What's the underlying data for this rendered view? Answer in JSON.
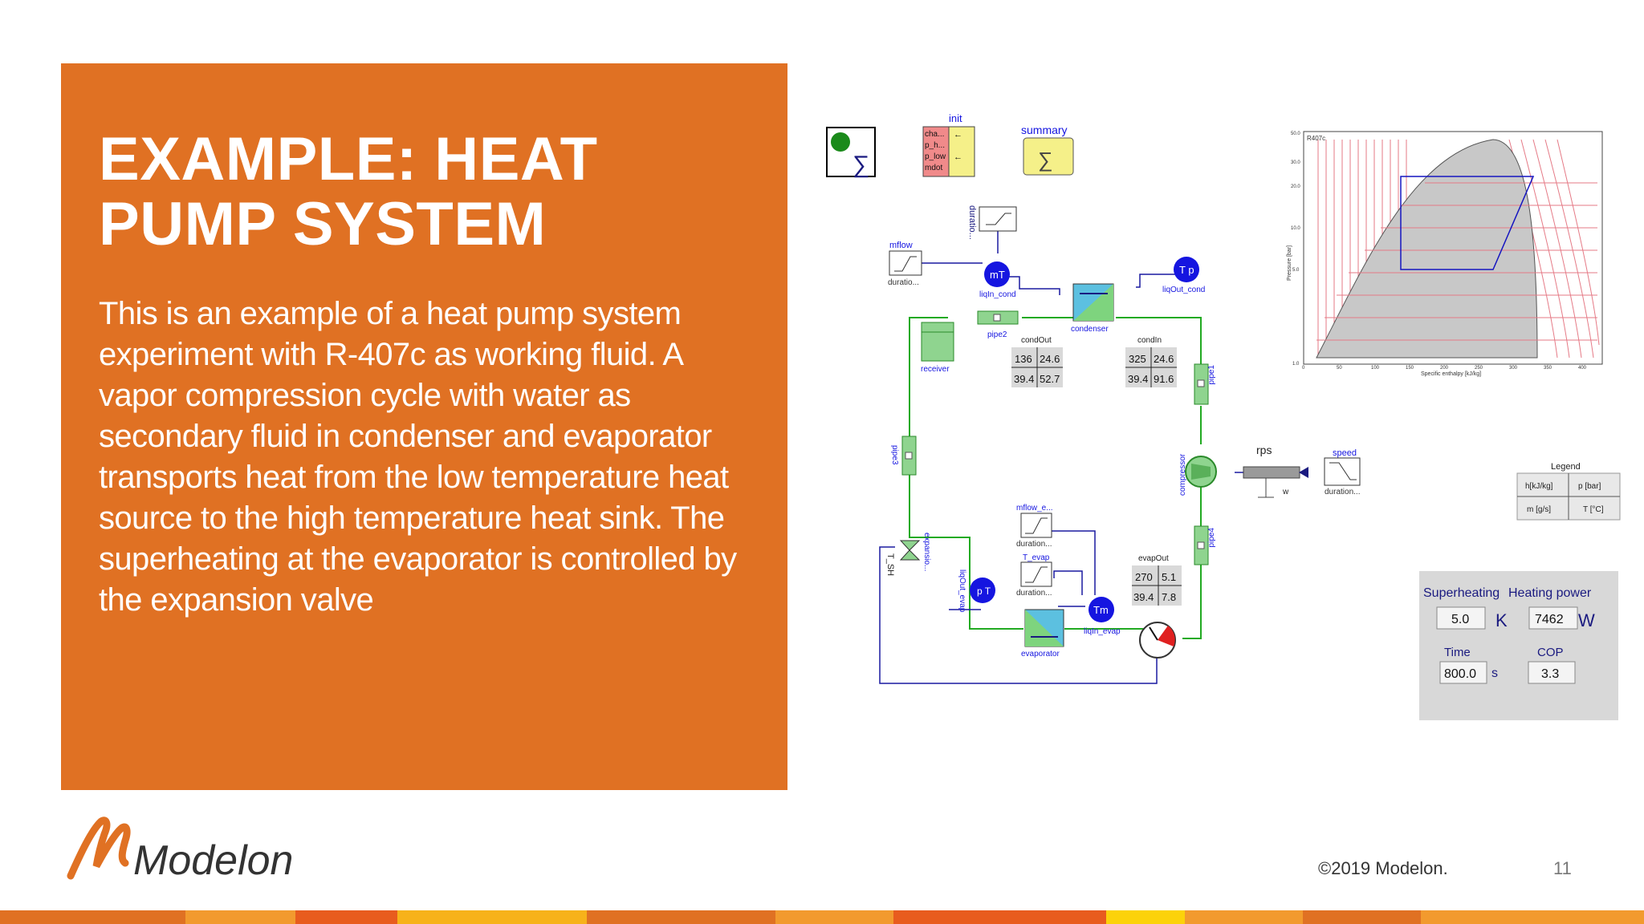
{
  "slide": {
    "title_line1": "EXAMPLE: HEAT",
    "title_line2": "PUMP SYSTEM",
    "body": [
      "This is an example of a heat pump system",
      "experiment with R-407c as working fluid. A",
      "vapor compression cycle with water as",
      "secondary fluid in condenser and evaporator",
      "transports heat from the low temperature heat",
      "source to the high temperature heat sink. The",
      "superheating at the evaporator is controlled by",
      "the expansion valve"
    ],
    "copyright": "©2019 Modelon.",
    "page_number": "11",
    "logo_text": "Modelon"
  },
  "diagram": {
    "init_label": "init",
    "init_rows": [
      "cha...",
      "p_h...",
      "p_low",
      "mdot"
    ],
    "summary_label": "summary",
    "labels": {
      "duratio_top": "duratio...",
      "mflow": "mflow",
      "duratio_left": "duratio...",
      "mT": "mT",
      "liqIn_cond": "liqIn_cond",
      "Tp": "T p",
      "liqOut_cond": "liqOut_cond",
      "condenser": "condenser",
      "pipe2": "pipe2",
      "receiver": "receiver",
      "condOut": "condOut",
      "condIn": "condIn",
      "pipe1": "pipe1",
      "pipe3": "pipe3",
      "compressor": "compressor",
      "rps": "rps",
      "w": "w",
      "speed": "speed",
      "duration_speed": "duration...",
      "pipe4": "pipe4",
      "mflow_e": "mflow_e...",
      "duration_mflow_e": "duration...",
      "T_evap": "T_evap",
      "duration_T_evap": "duration...",
      "evapOut": "evapOut",
      "Tm": "Tm",
      "liqIn_evap": "liqIn_evap",
      "evaporator": "evaporator",
      "pT": "p T",
      "liqOut_evap": "liqOut_evap",
      "expansion": "expansio...",
      "T_SH": "T_SH"
    },
    "condOut_values": [
      "136",
      "24.6",
      "39.4",
      "52.7"
    ],
    "condIn_values": [
      "325",
      "24.6",
      "39.4",
      "91.6"
    ],
    "evapOut_values": [
      "270",
      "5.1",
      "39.4",
      "7.8"
    ],
    "legend": {
      "title": "Legend",
      "cells": [
        "h[kJ/kg]",
        "p [bar]",
        "m [g/s]",
        "T [°C]"
      ]
    },
    "indicators": {
      "superheating_label": "Superheating",
      "superheating_value": "5.0",
      "superheating_unit": "K",
      "heating_power_label": "Heating power",
      "heating_power_value": "7462",
      "heating_power_unit": "W",
      "time_label": "Time",
      "time_value": "800.0",
      "time_unit": "s",
      "cop_label": "COP",
      "cop_value": "3.3"
    },
    "ph_chart": {
      "refrigerant": "R407c",
      "xlabel": "Specific enthalpy [kJ/kg]",
      "ylabel": "Pressure [bar]",
      "x_ticks": [
        "0",
        "50",
        "100",
        "150",
        "200",
        "250",
        "300",
        "350",
        "400"
      ],
      "y_ticks": [
        "50.0",
        "30.0",
        "20.0",
        "10.0",
        "5.0",
        "1.0"
      ]
    }
  },
  "colors": {
    "accent_orange": "#e07123",
    "wire_green": "#22aa22",
    "component_green": "#8fd48f",
    "sensor_blue": "#1515e0",
    "connector_blue": "#1a1aa0"
  }
}
